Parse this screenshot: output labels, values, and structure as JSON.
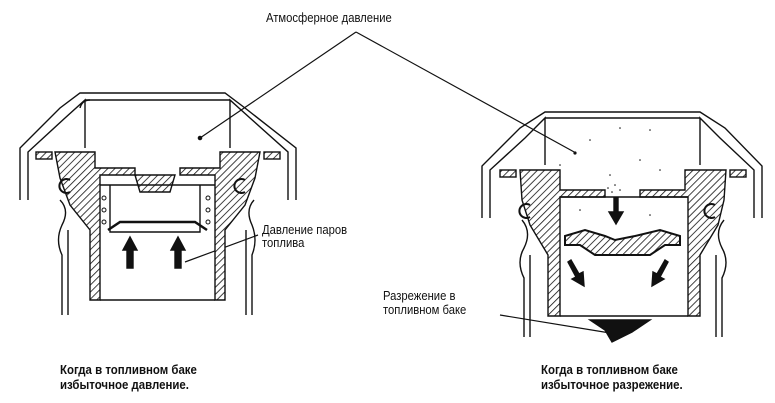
{
  "labels": {
    "atmospheric": "Атмосферное давление",
    "vapor_pressure_line1": "Давление паров",
    "vapor_pressure_line2": "топлива",
    "vacuum_line1": "Разрежение в",
    "vacuum_line2": "топливном баке"
  },
  "captions": {
    "left_line1": "Когда в топливном баке",
    "left_line2": "избыточное давление.",
    "right_line1": "Когда в топливном баке",
    "right_line2": "избыточное разрежение."
  }
}
